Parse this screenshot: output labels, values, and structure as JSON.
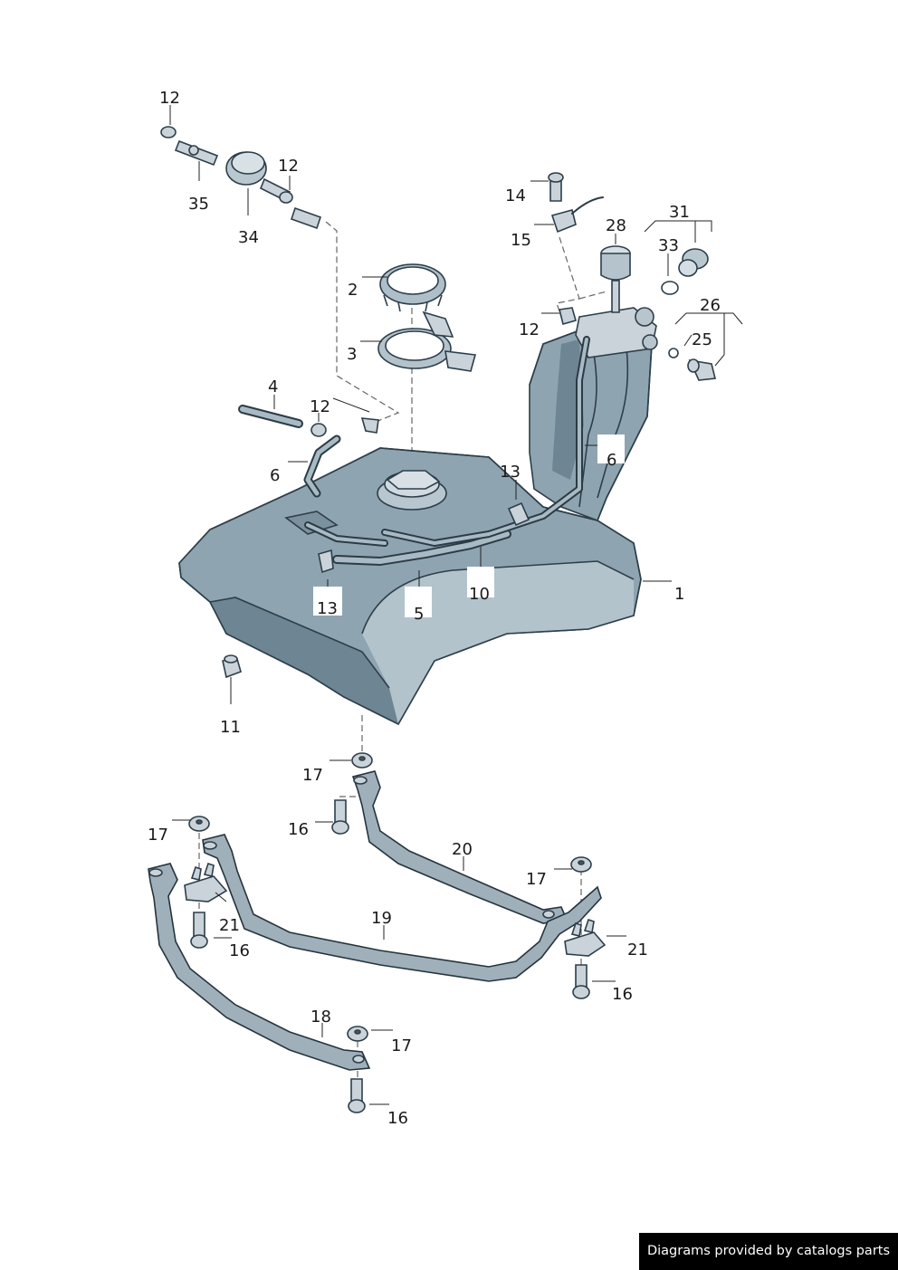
{
  "labels": [
    {
      "id": "p12a",
      "text": "12"
    },
    {
      "id": "p35",
      "text": "35"
    },
    {
      "id": "p34",
      "text": "34"
    },
    {
      "id": "p12b",
      "text": "12"
    },
    {
      "id": "p2",
      "text": "2"
    },
    {
      "id": "p3",
      "text": "3"
    },
    {
      "id": "p4",
      "text": "4"
    },
    {
      "id": "p12c",
      "text": "12"
    },
    {
      "id": "p6a",
      "text": "6"
    },
    {
      "id": "p14",
      "text": "14"
    },
    {
      "id": "p15",
      "text": "15"
    },
    {
      "id": "p28",
      "text": "28"
    },
    {
      "id": "p31",
      "text": "31"
    },
    {
      "id": "p33",
      "text": "33"
    },
    {
      "id": "p12d",
      "text": "12"
    },
    {
      "id": "p26",
      "text": "26"
    },
    {
      "id": "p25",
      "text": "25"
    },
    {
      "id": "p6b",
      "text": "6"
    },
    {
      "id": "p13a",
      "text": "13"
    },
    {
      "id": "p13b",
      "text": "13"
    },
    {
      "id": "p5",
      "text": "5"
    },
    {
      "id": "p10",
      "text": "10"
    },
    {
      "id": "p1",
      "text": "1"
    },
    {
      "id": "p11",
      "text": "11"
    },
    {
      "id": "p17a",
      "text": "17"
    },
    {
      "id": "p16a",
      "text": "16"
    },
    {
      "id": "p17b",
      "text": "17"
    },
    {
      "id": "p20",
      "text": "20"
    },
    {
      "id": "p17c",
      "text": "17"
    },
    {
      "id": "p19",
      "text": "19"
    },
    {
      "id": "p21a",
      "text": "21"
    },
    {
      "id": "p16b",
      "text": "16"
    },
    {
      "id": "p21b",
      "text": "21"
    },
    {
      "id": "p16c",
      "text": "16"
    },
    {
      "id": "p18",
      "text": "18"
    },
    {
      "id": "p17d",
      "text": "17"
    },
    {
      "id": "p16d",
      "text": "16"
    }
  ],
  "credit": "Diagrams provided by catalogs parts"
}
